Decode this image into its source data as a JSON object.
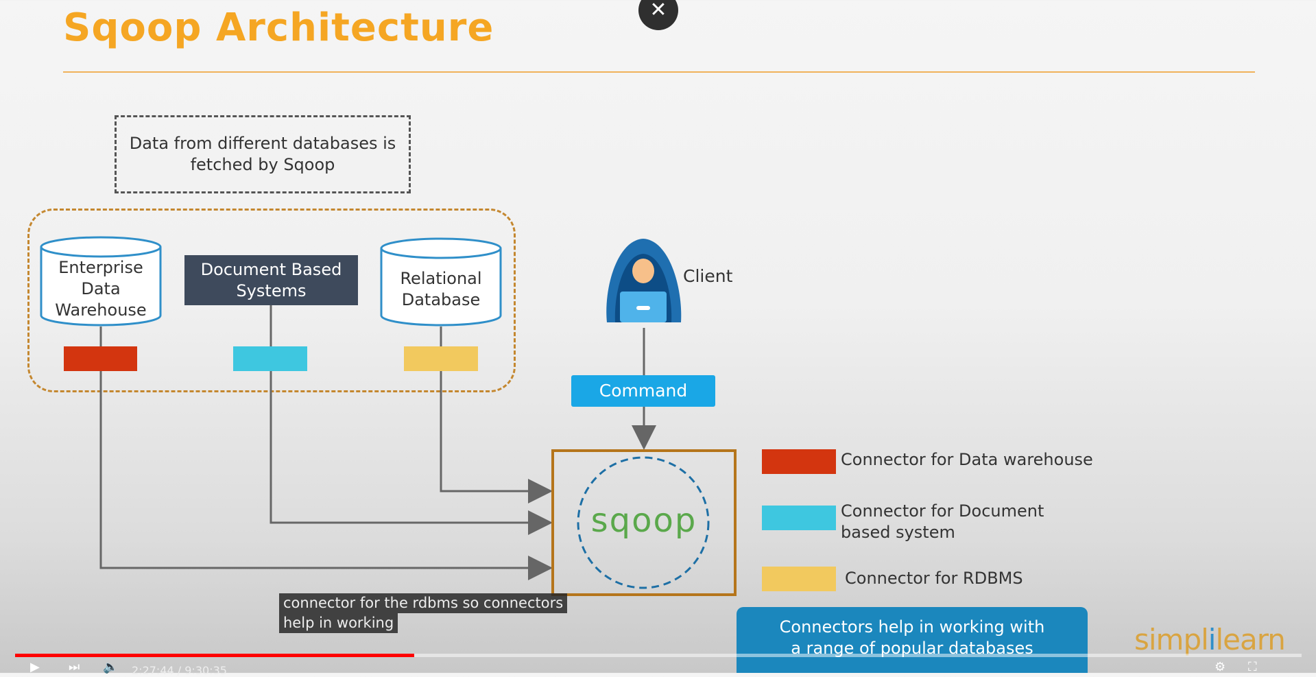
{
  "slide": {
    "title": "Sqoop Architecture",
    "note": "Data from different databases is fetched by Sqoop",
    "sources": {
      "warehouse": [
        "Enterprise",
        "Data",
        "Warehouse"
      ],
      "document": [
        "Document Based",
        "Systems"
      ],
      "relational": [
        "Relational",
        "Database"
      ]
    },
    "client_label": "Client",
    "command_label": "Command",
    "sqoop_logo": "sqoop",
    "legend": [
      {
        "lines": [
          "Connector for Data warehouse"
        ],
        "color": "#d3350f"
      },
      {
        "lines": [
          "Connector for Document",
          "based system"
        ],
        "color": "#3ec7e0"
      },
      {
        "lines": [
          "Connector for RDBMS"
        ],
        "color": "#f2c95e"
      }
    ],
    "callout": [
      "Connectors help in working with",
      "a range of popular databases"
    ],
    "brand": {
      "part1": "simpl",
      "part2": "i",
      "part3": "learn"
    }
  },
  "player": {
    "caption_lines": [
      "connector for the rdbms so connectors",
      "help in working"
    ],
    "time": "2:27:44 / 9:30:35",
    "progress": 0.31,
    "close_label": "✕"
  },
  "icons": [
    "close-icon",
    "client-icon",
    "sqoop-logo-icon",
    "play-icon",
    "next-icon",
    "volume-icon",
    "settings-icon",
    "fullscreen-icon"
  ],
  "colors": {
    "title": "#f5a623",
    "warehouse_connector": "#d3350f",
    "document_connector": "#3ec7e0",
    "rdbms_connector": "#f2c95e",
    "command": "#1aa7e6",
    "callout": "#1b87bd",
    "progress": "#ff0000"
  }
}
